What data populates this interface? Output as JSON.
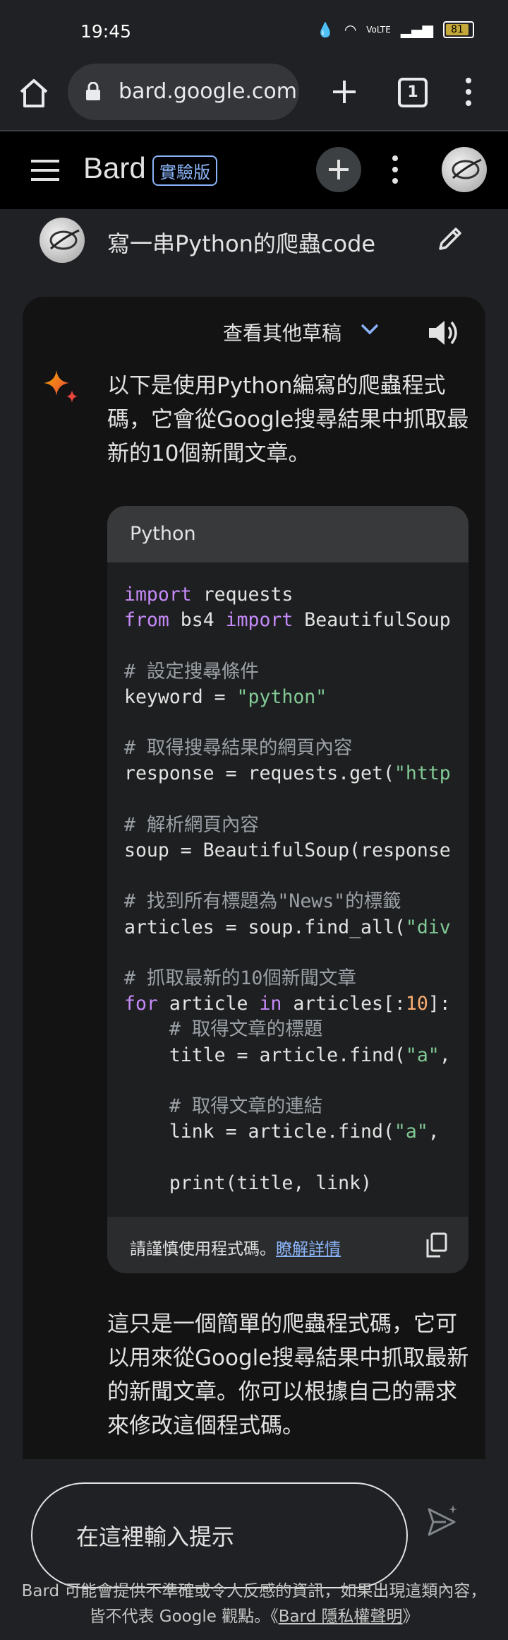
{
  "status_bar": {
    "time": "19:45",
    "battery": "81"
  },
  "browser": {
    "url": "bard.google.com",
    "tab_count": "1"
  },
  "bard_header": {
    "brand": "Bard",
    "badge": "實驗版"
  },
  "user_prompt": {
    "text": "寫一串Python的爬蟲code"
  },
  "response": {
    "drafts_label": "查看其他草稿",
    "intro": "以下是使用Python編寫的爬蟲程式碼，它會從Google搜尋結果中抓取最新的10個新聞文章。",
    "code_block": {
      "language": "Python",
      "footer_warning": "請謹慎使用程式碼。",
      "footer_link": "瞭解詳情"
    },
    "outro": "這只是一個簡單的爬蟲程式碼，它可以用來從Google搜尋結果中抓取最新的新聞文章。你可以根據自己的需求來修改這個程式碼。"
  },
  "composer": {
    "placeholder": "在這裡輸入提示"
  },
  "disclaimer": {
    "text": "Bard 可能會提供不準確或令人反感的資訊，如果出現這類內容，皆不代表 Google 觀點。《",
    "link": "Bard 隱私權聲明",
    "suffix": "》"
  },
  "colors": {
    "background": "#202124",
    "card": "#131314",
    "keyword": "#c58af9",
    "string": "#81c995",
    "number": "#fcad70",
    "link": "#8ab4f8"
  },
  "icons": [
    "home-icon",
    "lock-icon",
    "plus-icon",
    "tabs-icon",
    "more-vert-icon",
    "menu-icon",
    "add-chat-icon",
    "avatar",
    "edit-icon",
    "chevron-down-icon",
    "speaker-icon",
    "sparkle-icon",
    "copy-icon",
    "send-icon"
  ]
}
